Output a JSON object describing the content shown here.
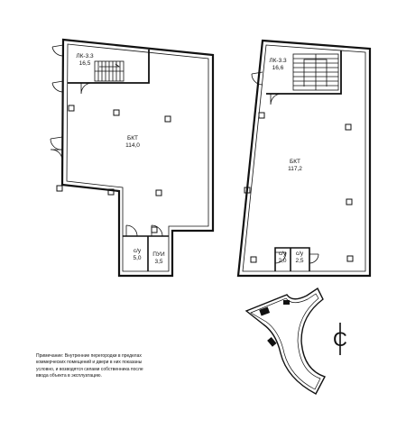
{
  "plan_left": {
    "stair_room": {
      "code": "ЛК-3.3",
      "area": "16,5"
    },
    "main_room": {
      "code": "БКТ",
      "area": "114,0"
    },
    "wc": {
      "code": "с/у",
      "area": "5,0"
    },
    "utility": {
      "code": "ПУИ",
      "area": "3,5"
    }
  },
  "plan_right": {
    "stair_room": {
      "code": "ЛК-3.3",
      "area": "16,6"
    },
    "main_room": {
      "code": "БКТ",
      "area": "117,2"
    },
    "wc_1": {
      "code": "с/у",
      "area": "2,0"
    },
    "wc_2": {
      "code": "с/у",
      "area": "2,5"
    }
  },
  "note": {
    "lines": [
      "Примечание: Внутренние перегородки в пределах",
      "коммерческих помещений  и двери в них показаны",
      "условно, и возводятся силами собственника после",
      "ввода объекта в эксплуатацию."
    ]
  },
  "north_symbol": "С",
  "colors": {
    "ink": "#111111",
    "background": "#ffffff"
  },
  "icons": {
    "north_arrow": "north-arrow-icon",
    "door": "door-swing-icon",
    "column": "column-icon"
  }
}
